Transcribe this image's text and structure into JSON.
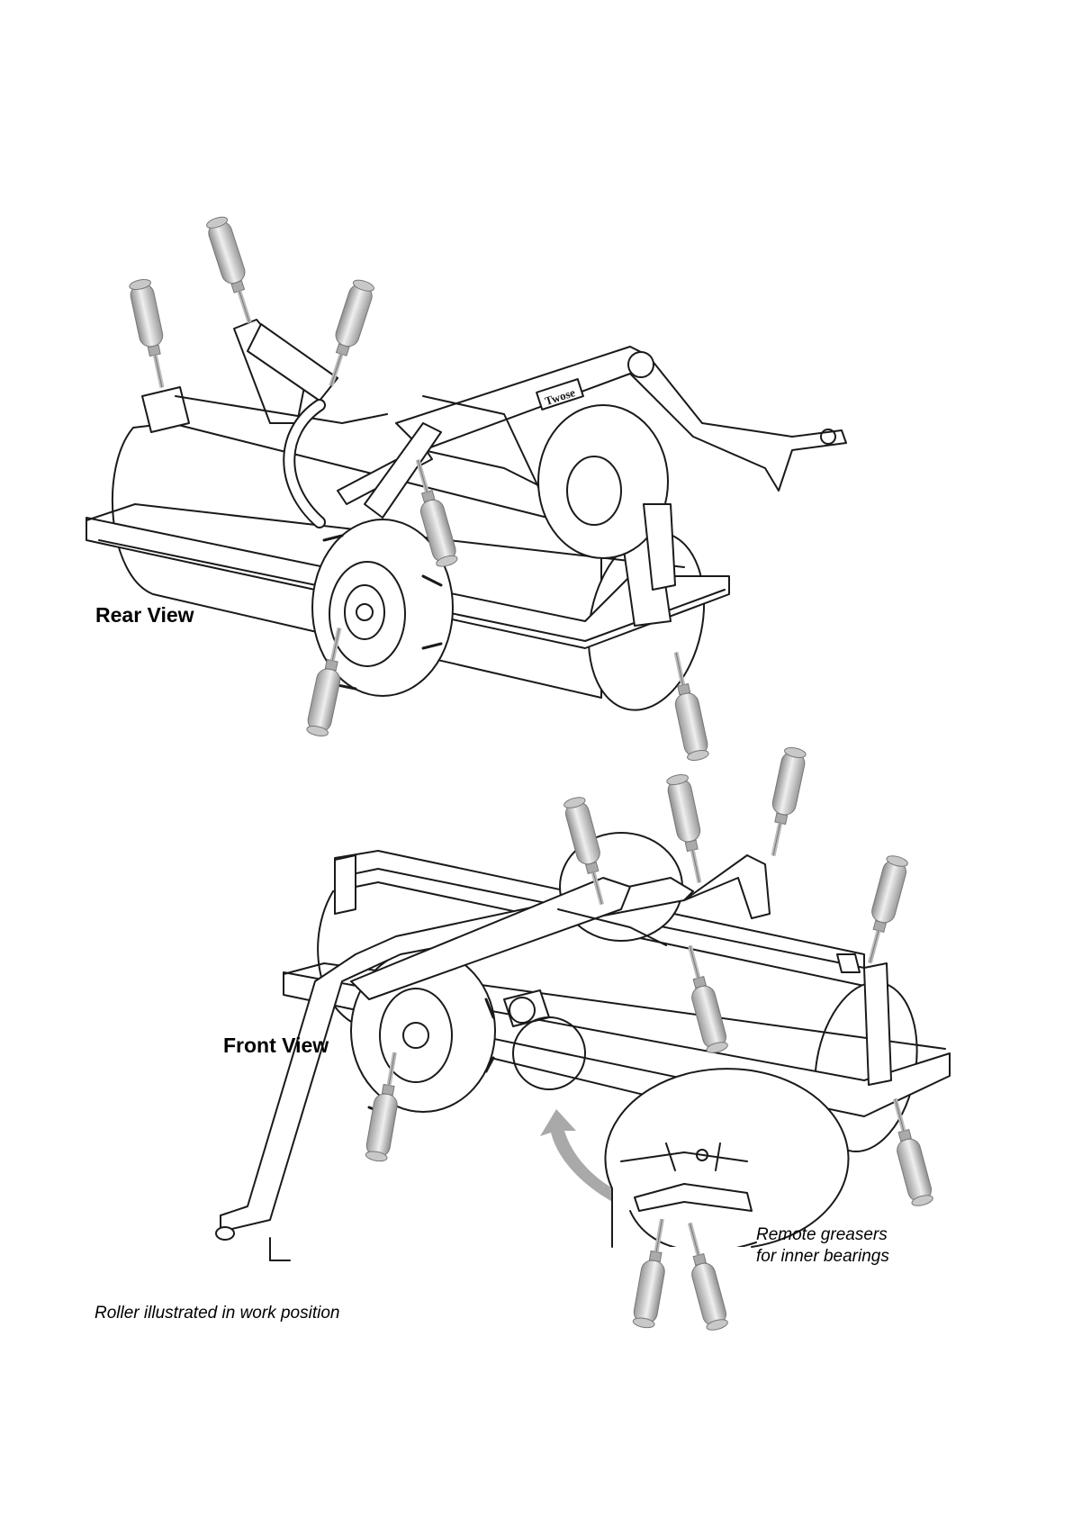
{
  "labels": {
    "rear_view": "Rear View",
    "front_view": "Front View",
    "remote_line1": "Remote greasers",
    "remote_line2": "for inner bearings",
    "caption": "Roller illustrated in work position",
    "brand_plate": "Twose"
  },
  "colors": {
    "line": "#1a1a1a",
    "greaser_body": "#b8b8b8",
    "greaser_light": "#e6e6e6",
    "arrow": "#a9a9a9"
  },
  "icons": [
    "grease-gun-icon"
  ]
}
